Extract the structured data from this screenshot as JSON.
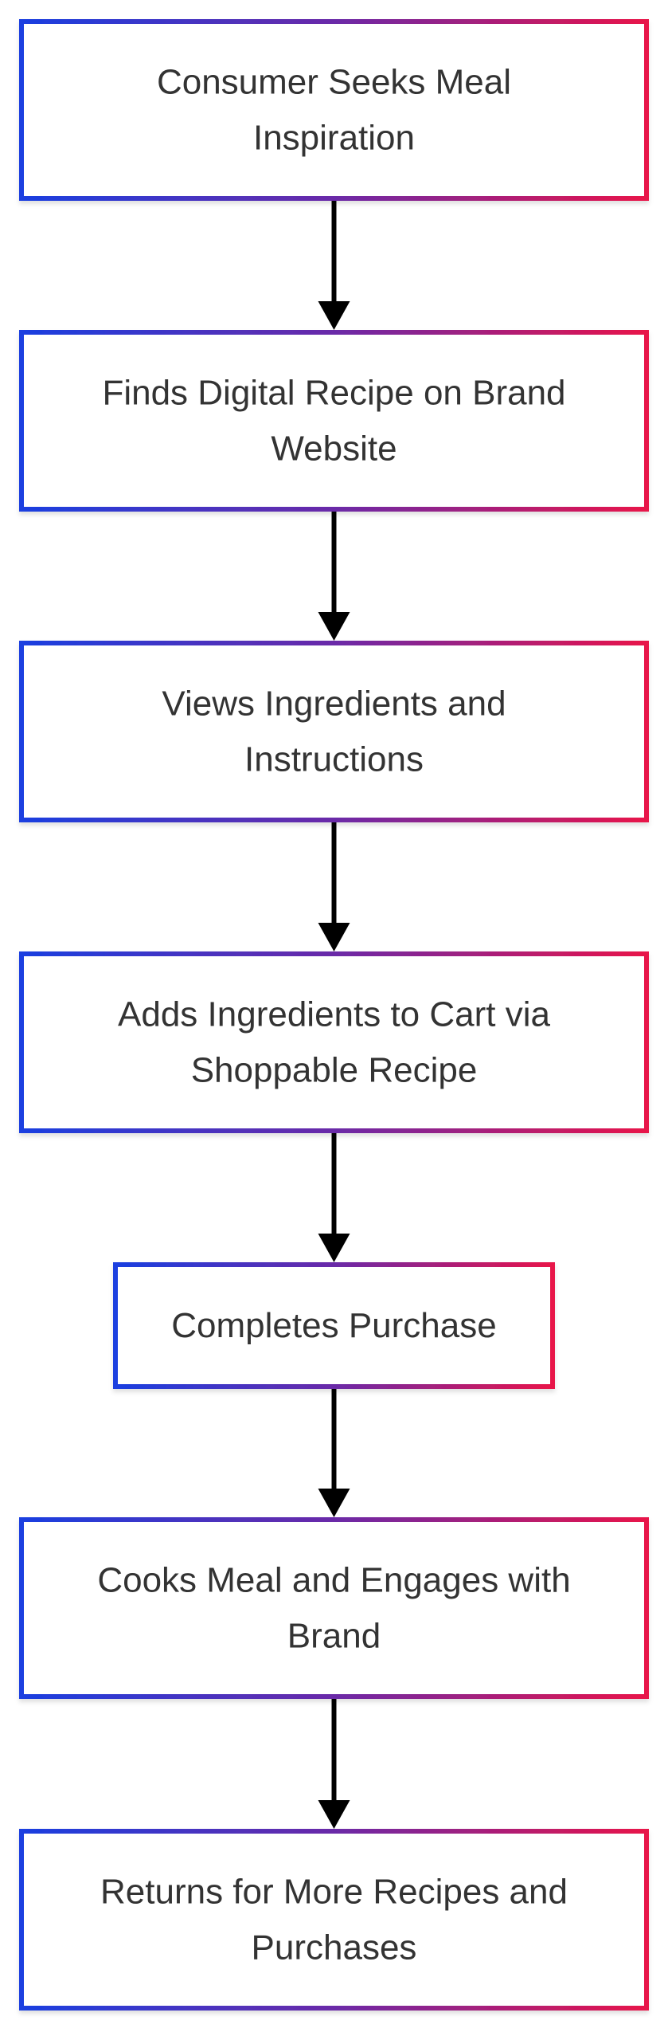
{
  "colors": {
    "border_start": "#1a3fe0",
    "border_mid": "#6a2aa8",
    "border_end": "#e8144a",
    "arrow": "#000000",
    "text": "#333333",
    "background": "#ffffff"
  },
  "flow": {
    "nodes": [
      {
        "id": "seek",
        "lines": [
          "Consumer Seeks Meal",
          "Inspiration"
        ]
      },
      {
        "id": "find",
        "lines": [
          "Finds Digital Recipe on Brand",
          "Website"
        ]
      },
      {
        "id": "view",
        "lines": [
          "Views Ingredients and",
          "Instructions"
        ]
      },
      {
        "id": "add",
        "lines": [
          "Adds Ingredients to Cart via",
          "Shoppable Recipe"
        ]
      },
      {
        "id": "purchase",
        "lines": [
          "Completes Purchase"
        ]
      },
      {
        "id": "cook",
        "lines": [
          "Cooks Meal and Engages with",
          "Brand"
        ]
      },
      {
        "id": "return",
        "lines": [
          "Returns for More Recipes and",
          "Purchases"
        ]
      }
    ],
    "edges": [
      {
        "from": "seek",
        "to": "find"
      },
      {
        "from": "find",
        "to": "view"
      },
      {
        "from": "view",
        "to": "add"
      },
      {
        "from": "add",
        "to": "purchase"
      },
      {
        "from": "purchase",
        "to": "cook"
      },
      {
        "from": "cook",
        "to": "return"
      }
    ]
  }
}
